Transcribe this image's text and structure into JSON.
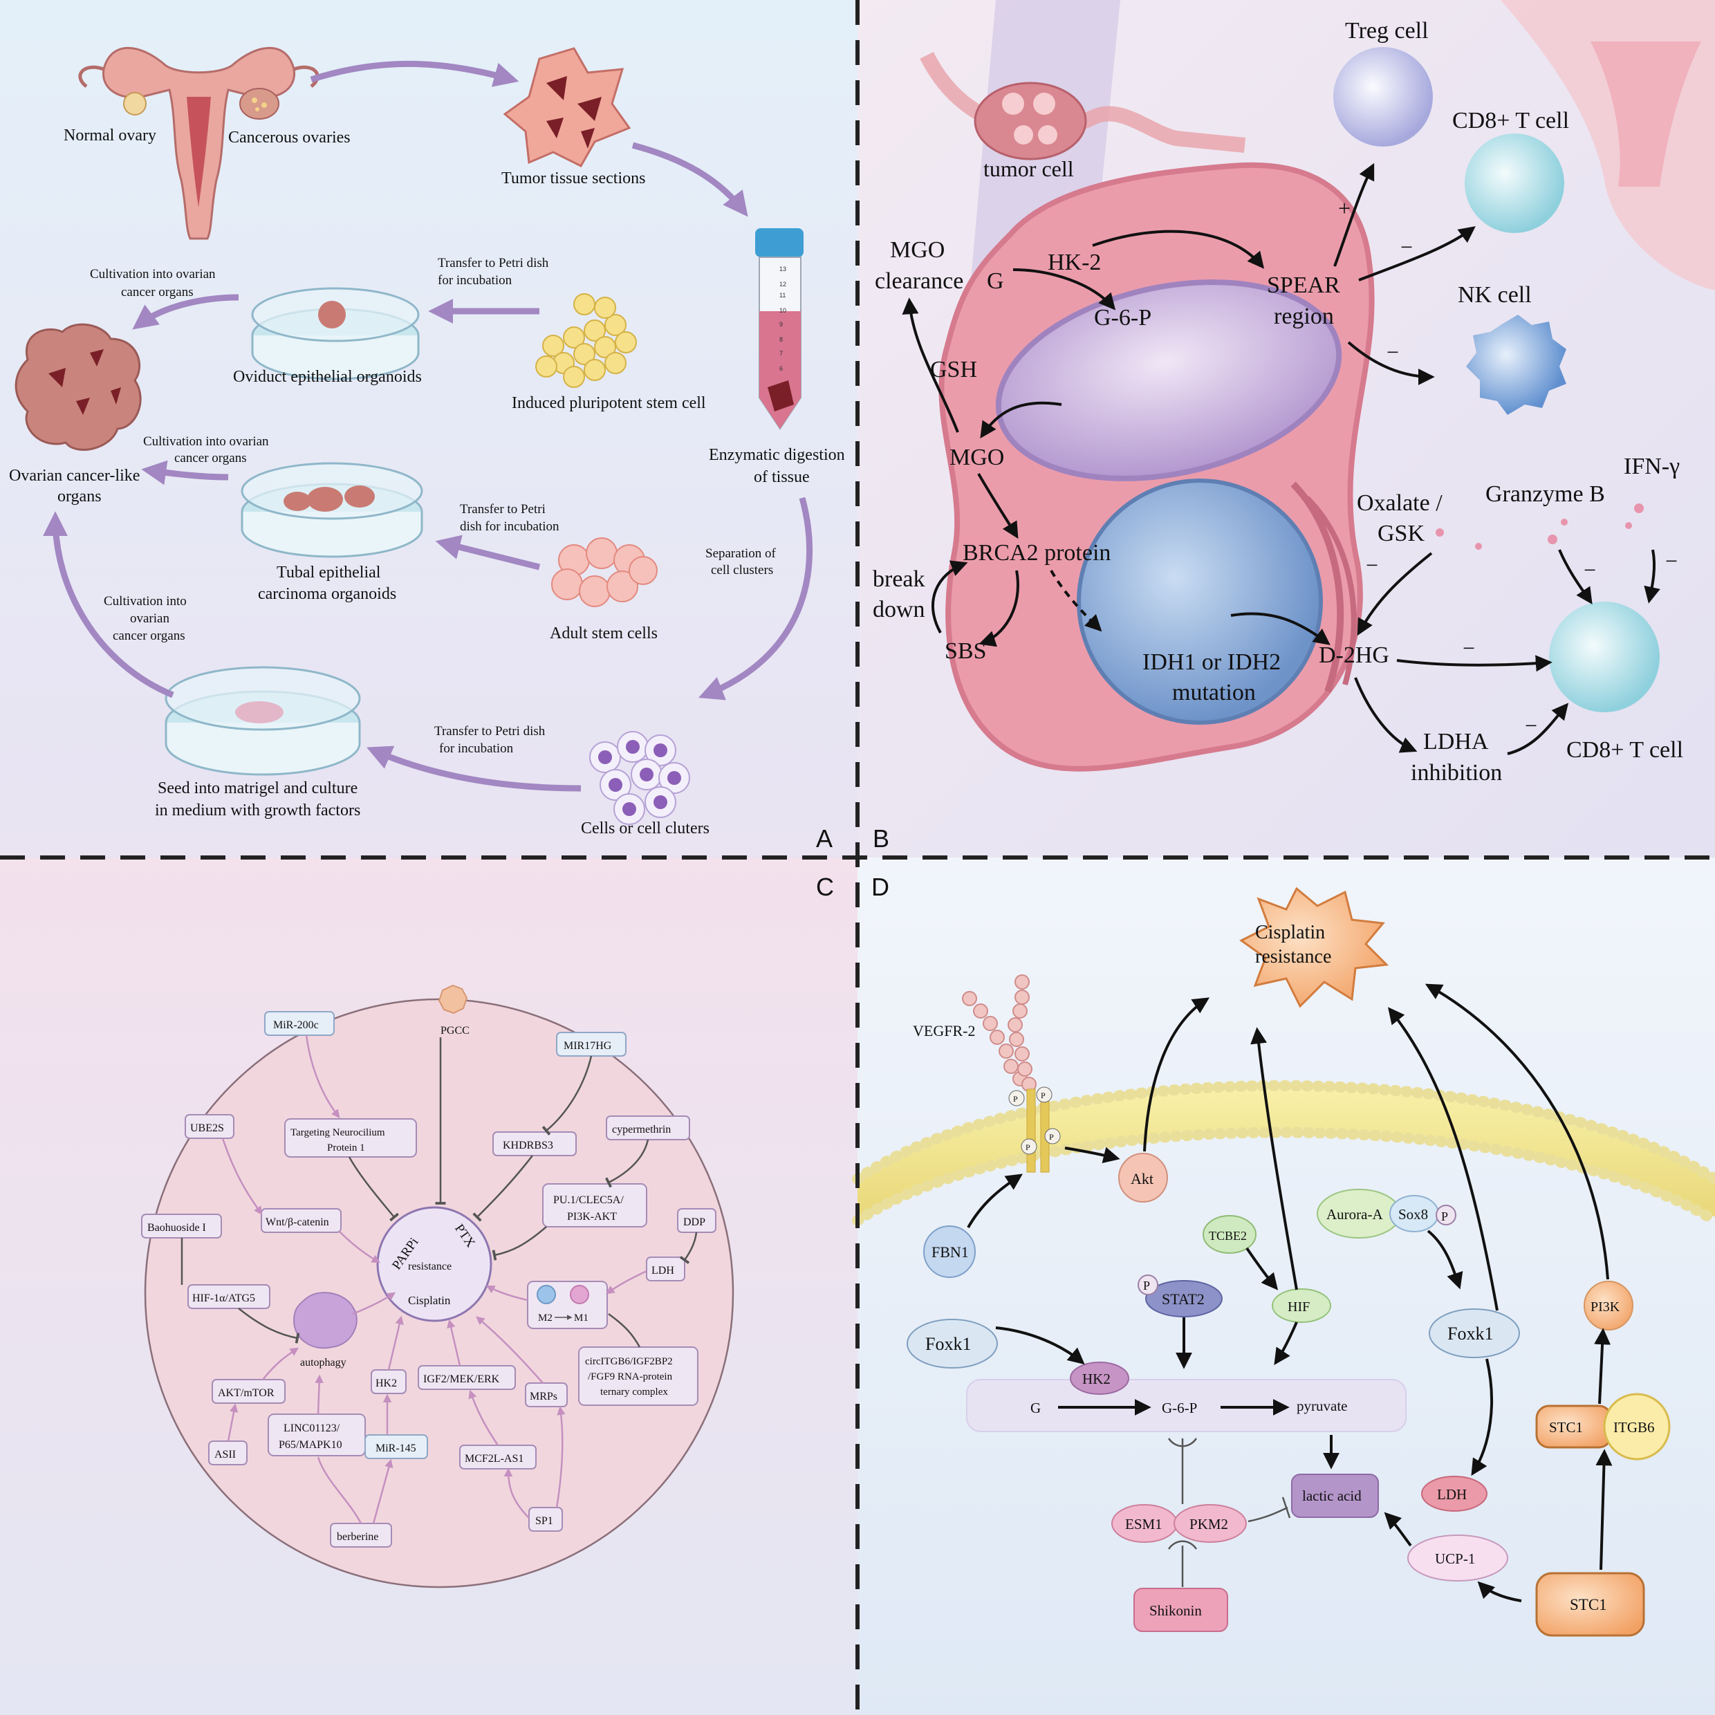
{
  "panel_letters": {
    "a": "A",
    "b": "B",
    "c": "C",
    "d": "D"
  },
  "panel_a": {
    "normal_ovary": "Normal ovary",
    "cancerous_ovaries": "Cancerous ovaries",
    "tumor_tissue_sections": "Tumor tissue sections",
    "enzymatic_digestion_1": "Enzymatic digestion",
    "enzymatic_digestion_2": "of tissue",
    "separation_1": "Separation of",
    "separation_2": "cell clusters",
    "cells_or_clusters": "Cells or cell cluters",
    "transfer_1a": "Transfer to Petri dish",
    "transfer_1b": "for incubation",
    "transfer_2a": "Transfer to Petri",
    "transfer_2b": "dish for incubation",
    "transfer_3a": "Transfer to Petri dish",
    "transfer_3b": "for incubation",
    "ipsc": "Induced pluripotent stem cell",
    "adult_stem": "Adult stem cells",
    "oviduct_organoids": "Oviduct epithelial organoids",
    "tubal_1": "Tubal epithelial",
    "tubal_2": "carcinoma organoids",
    "seed_1": "Seed into matrigel and culture",
    "seed_2": "in medium with growth factors",
    "cult1_a": "Cultivation into ovarian",
    "cult1_b": "cancer organs",
    "cult2_a": "Cultivation into ovarian",
    "cult2_b": "cancer organs",
    "cult3_a": "Cultivation into",
    "cult3_b": "ovarian",
    "cult3_c": "cancer organs",
    "ovarian_like_1": "Ovarian cancer-like",
    "ovarian_like_2": "organs",
    "tube_ticks": [
      "13",
      "12",
      "11",
      "10",
      "9",
      "8",
      "7",
      "6"
    ]
  },
  "panel_b": {
    "tumor_cell": "tumor cell",
    "treg": "Treg cell",
    "cd8_top": "CD8+ T cell",
    "nk": "NK cell",
    "mgo_clear_1": "MGO",
    "mgo_clear_2": "clearance",
    "g": "G",
    "hk2": "HK-2",
    "g6p": "G-6-P",
    "spear_1": "SPEAR",
    "spear_2": "region",
    "gsh": "GSH",
    "mgo": "MGO",
    "brca2": "BRCA2 protein",
    "break_1": "break",
    "break_2": "down",
    "sbs": "SBS",
    "idh_1": "IDH1 or IDH2",
    "idh_2": "mutation",
    "d2hg": "D-2HG",
    "oxalate_1": "Oxalate /",
    "oxalate_2": "GSK",
    "granzyme": "Granzyme B",
    "ifn": "IFN-γ",
    "ldha_1": "LDHA",
    "ldha_2": "inhibition",
    "cd8_bottom": "CD8+ T cell",
    "plus": "+",
    "minus": "−"
  },
  "panel_c": {
    "pgcc": "PGCC",
    "mir200c": "MiR-200c",
    "mir17hg": "MIR17HG",
    "targeting_1": "Targeting Neurocilium",
    "targeting_2": "Protein 1",
    "khdrbs3": "KHDRBS3",
    "cypermethrin": "cypermethrin",
    "ube2s": "UBE2S",
    "wnt": "Wnt/β-catenin",
    "pu1_1": "PU.1/CLEC5A/",
    "pu1_2": "PI3K-AKT",
    "ddp": "DDP",
    "baohuoside": "Baohuoside I",
    "ldh": "LDH",
    "hif1a": "HIF-1α/ATG5",
    "m2": "M2",
    "m1": "M1",
    "autophagy": "autophagy",
    "akt_mtor": "AKT/mTOR",
    "hk2": "HK2",
    "igf2": "IGF2/MEK/ERK",
    "mrps": "MRPs",
    "circ_1": "circITGB6/IGF2BP2",
    "circ_2": "/FGF9 RNA-protein",
    "circ_3": "ternary complex",
    "asii": "ASII",
    "linc_1": "LINC01123/",
    "linc_2": "P65/MAPK10",
    "mir145": "MiR-145",
    "mcf2l": "MCF2L-AS1",
    "berberine": "berberine",
    "sp1": "SP1",
    "center_parpi": "PARPi",
    "center_ptx": "PTX",
    "center_resistance": "resistance",
    "center_cisplatin": "Cisplatin"
  },
  "panel_d": {
    "cisplatin_1": "Cisplatin",
    "cisplatin_2": "resistance",
    "vegfr2": "VEGFR-2",
    "p": "P",
    "akt": "Akt",
    "fbn1": "FBN1",
    "tcbe2": "TCBE2",
    "aurora": "Aurora-A",
    "sox8": "Sox8",
    "stat2": "STAT2",
    "hif": "HIF",
    "foxk1_left": "Foxk1",
    "foxk1_right": "Foxk1",
    "pi3k": "PI3K",
    "hk2": "HK2",
    "g": "G",
    "g6p": "G-6-P",
    "pyruvate": "pyruvate",
    "stc1_a": "STC1",
    "itgb6": "ITGB6",
    "ldh": "LDH",
    "lactic": "lactic acid",
    "esm1": "ESM1",
    "pkm2": "PKM2",
    "ucp1": "UCP-1",
    "shikonin": "Shikonin",
    "stc1_b": "STC1"
  }
}
